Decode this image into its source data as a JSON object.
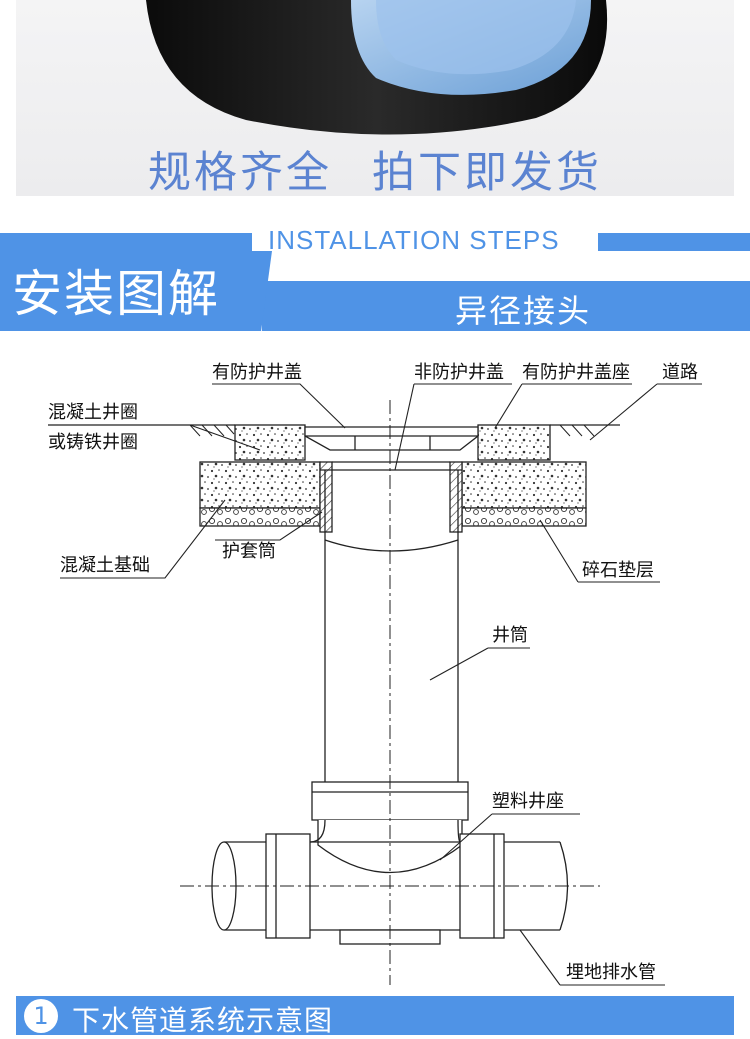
{
  "top": {
    "slogan_left": "规格齐全",
    "slogan_right": "拍下即发货"
  },
  "header": {
    "english": "INSTALLATION STEPS",
    "chinese": "安装图解",
    "subtitle": "异径接头"
  },
  "diagram": {
    "labels": {
      "protected_cover": "有防护井盖",
      "unprotected_cover": "非防护井盖",
      "protected_cover_seat": "有防护井盖座",
      "road": "道路",
      "concrete_ring_1": "混凝土井圈",
      "concrete_ring_2": "或铸铁井圈",
      "concrete_base": "混凝土基础",
      "sleeve": "护套筒",
      "gravel_layer": "碎石垫层",
      "shaft": "井筒",
      "plastic_seat": "塑料井座",
      "drain_pipe": "埋地排水管"
    }
  },
  "footer": {
    "number": "1",
    "caption": "下水管道系统示意图"
  },
  "colors": {
    "accent": "#4f93e6",
    "slogan": "#5b83d1",
    "inner_blue": "#8fb9e6"
  }
}
